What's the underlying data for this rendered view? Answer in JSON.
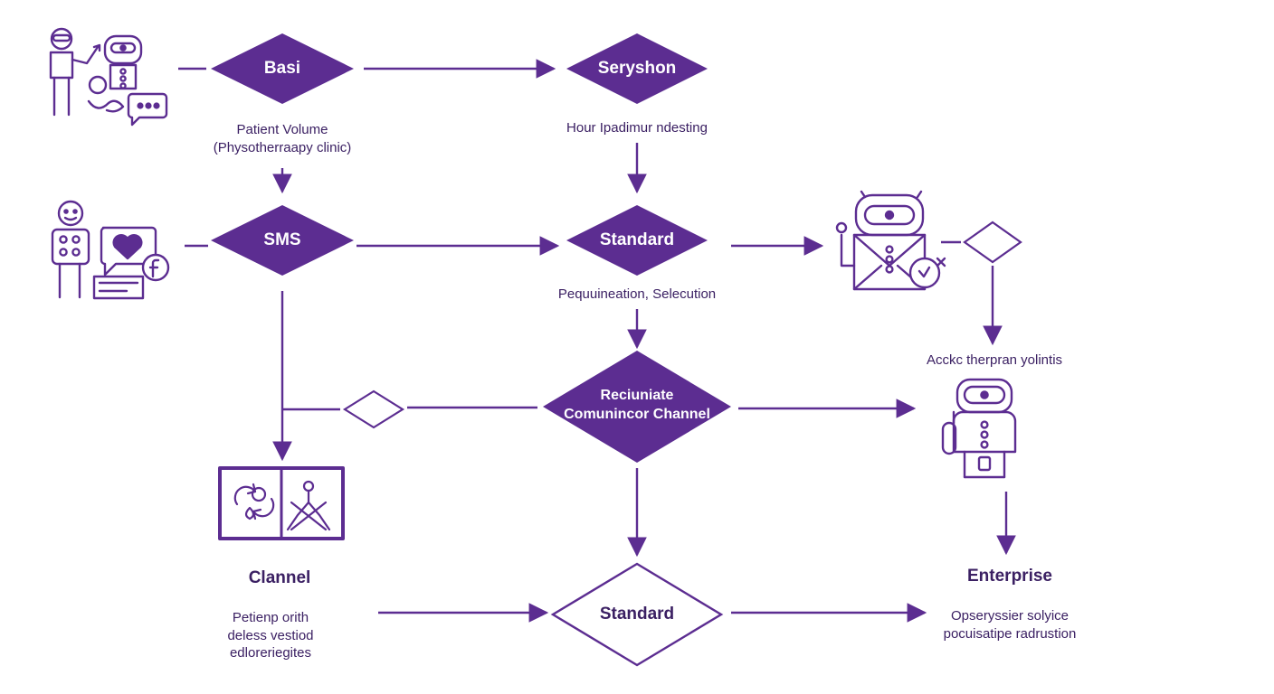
{
  "colors": {
    "primary": "#5c2d91",
    "stroke": "#5c2d91",
    "text": "#3b2063",
    "background": "#ffffff"
  },
  "nodes": {
    "basi": "Basi",
    "seryshon": "Seryshon",
    "sms": "SMS",
    "standard_top": "Standard",
    "communication_line1": "Reciuniate",
    "communication_line2": "Comunincor Channel",
    "standard_bottom": "Standard"
  },
  "labels": {
    "patient_volume_line1": "Patient Volume",
    "patient_volume_line2": "(Physotherraapy clinic)",
    "hour_label": "Hour Ipadimur ndesting",
    "selection_label": "Pequuineation, Selecution",
    "therapy_label": "Acckc therpran yolintis",
    "channel_title": "Clannel",
    "channel_desc_line1": "Petienp orith",
    "channel_desc_line2": "deless vestiod",
    "channel_desc_line3": "edloreriegites",
    "enterprise_title": "Enterprise",
    "enterprise_desc_line1": "Opseryssier solyice",
    "enterprise_desc_line2": "pocuisatipe radrustion"
  },
  "icons": [
    "person-robot-chat-icon",
    "person-heart-facebook-icon",
    "robot-envelope-clock-icon",
    "robot-assistant-icon",
    "process-panel-icon"
  ]
}
